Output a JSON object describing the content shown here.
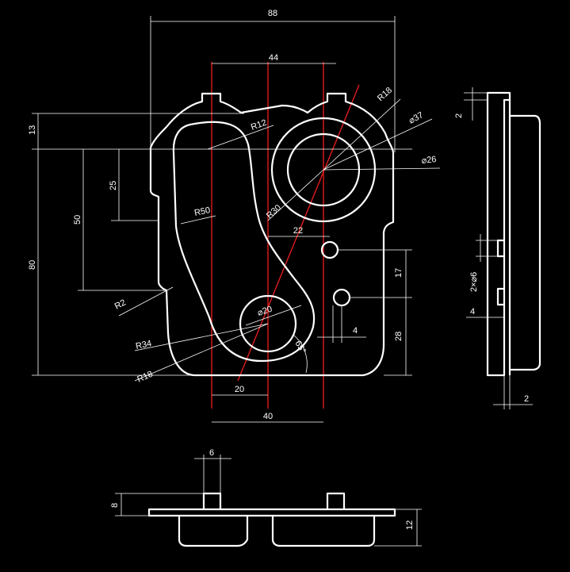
{
  "colors": {
    "background": "#000000",
    "outline": "#ffffff",
    "centerline": "#e21b1b"
  },
  "labels": {
    "d88": "88",
    "d44": "44",
    "r18_top": "R18",
    "d37": "⌀37",
    "r12": "R12",
    "d26": "⌀26",
    "d13": "13",
    "d25": "25",
    "d50": "50",
    "d80": "80",
    "r50": "R50",
    "r30": "R30",
    "d22": "22",
    "d17": "17",
    "r2": "R2",
    "d20_circle": "⌀20",
    "d4": "4",
    "d28": "28",
    "r34": "R34",
    "a65": "65°",
    "r18_bottom": "R18",
    "d20": "20",
    "d40": "40",
    "side_2_top": "2",
    "side_hole": "2×⌀6",
    "side_4": "4",
    "side_2_bottom": "2",
    "bottom_6": "6",
    "bottom_8": "8",
    "bottom_12": "12"
  }
}
